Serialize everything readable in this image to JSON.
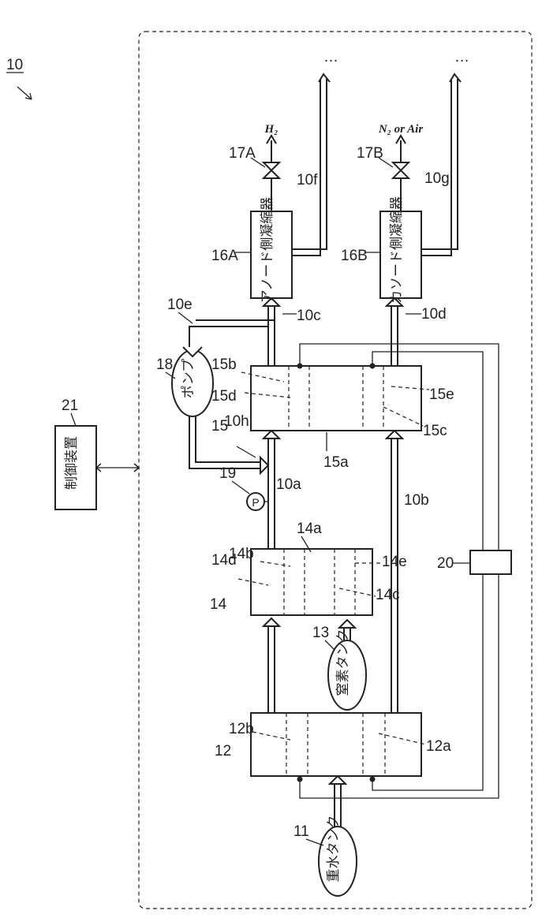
{
  "figure_number": "10",
  "continuation": "…",
  "components": {
    "heavy_water_tank": {
      "ref": "11",
      "name": "重水タンク"
    },
    "unit_12": {
      "ref": "12",
      "part_b": "12b",
      "part_a": "12a"
    },
    "nitrogen_tank": {
      "ref": "13",
      "name": "窒素タンク"
    },
    "unit_14": {
      "ref": "14",
      "parts": [
        "14a",
        "14b",
        "14c",
        "14d",
        "14e"
      ]
    },
    "unit_15": {
      "ref": "15",
      "parts": [
        "15a",
        "15b",
        "15c",
        "15d",
        "15e"
      ]
    },
    "anode_condenser": {
      "ref": "16A",
      "name": "アノード側凝縮器"
    },
    "cathode_condenser": {
      "ref": "16B",
      "name": "カソード側凝縮器"
    },
    "valve_a": {
      "ref": "17A",
      "output": "H₂"
    },
    "valve_b": {
      "ref": "17B",
      "output": "N₂ or Air"
    },
    "pump": {
      "ref": "18",
      "name": "ポンプ"
    },
    "pressure_sensor": {
      "ref": "19",
      "symbol": "P"
    },
    "sensor_20": {
      "ref": "20"
    },
    "controller": {
      "ref": "21",
      "name": "制御装置"
    }
  },
  "lines": [
    "10a",
    "10b",
    "10c",
    "10d",
    "10e",
    "10f",
    "10g",
    "10h"
  ]
}
